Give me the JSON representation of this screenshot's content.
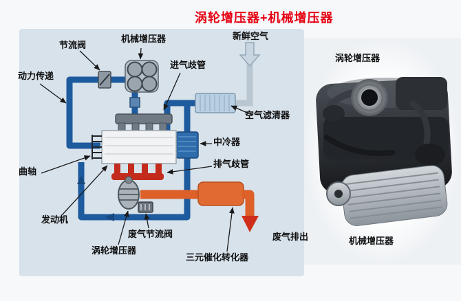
{
  "title": "涡轮增压器+机械增压器",
  "labels": {
    "throttle_valve": "节流阀",
    "supercharger": "机械增压器",
    "fresh_air": "新鲜空气",
    "intake_manifold": "进气歧管",
    "power_transfer": "动力传递",
    "air_filter": "空气滤清器",
    "turbo_photo": "涡轮增压器",
    "crankshaft": "曲轴",
    "intercooler": "中冷器",
    "exhaust_manifold": "排气歧管",
    "engine": "发动机",
    "exhaust_throttle_valve": "废气节流阀",
    "turbocharger": "涡轮增压器",
    "catalytic_converter": "三元催化转化器",
    "exhaust_out": "废气排出",
    "supercharger_photo": "机械增压器"
  },
  "colors": {
    "title_red": "#e60012",
    "pipe_blue": "#1d5a9e",
    "pipe_orange": "#dd6029",
    "exhaust_red": "#c32b1d",
    "arrow_red": "#cf2f1a",
    "diagram_bg": "#d8e2eb",
    "intercooler_blue": "#2f6cab",
    "air_filter_blue": "#b9cfe3"
  }
}
